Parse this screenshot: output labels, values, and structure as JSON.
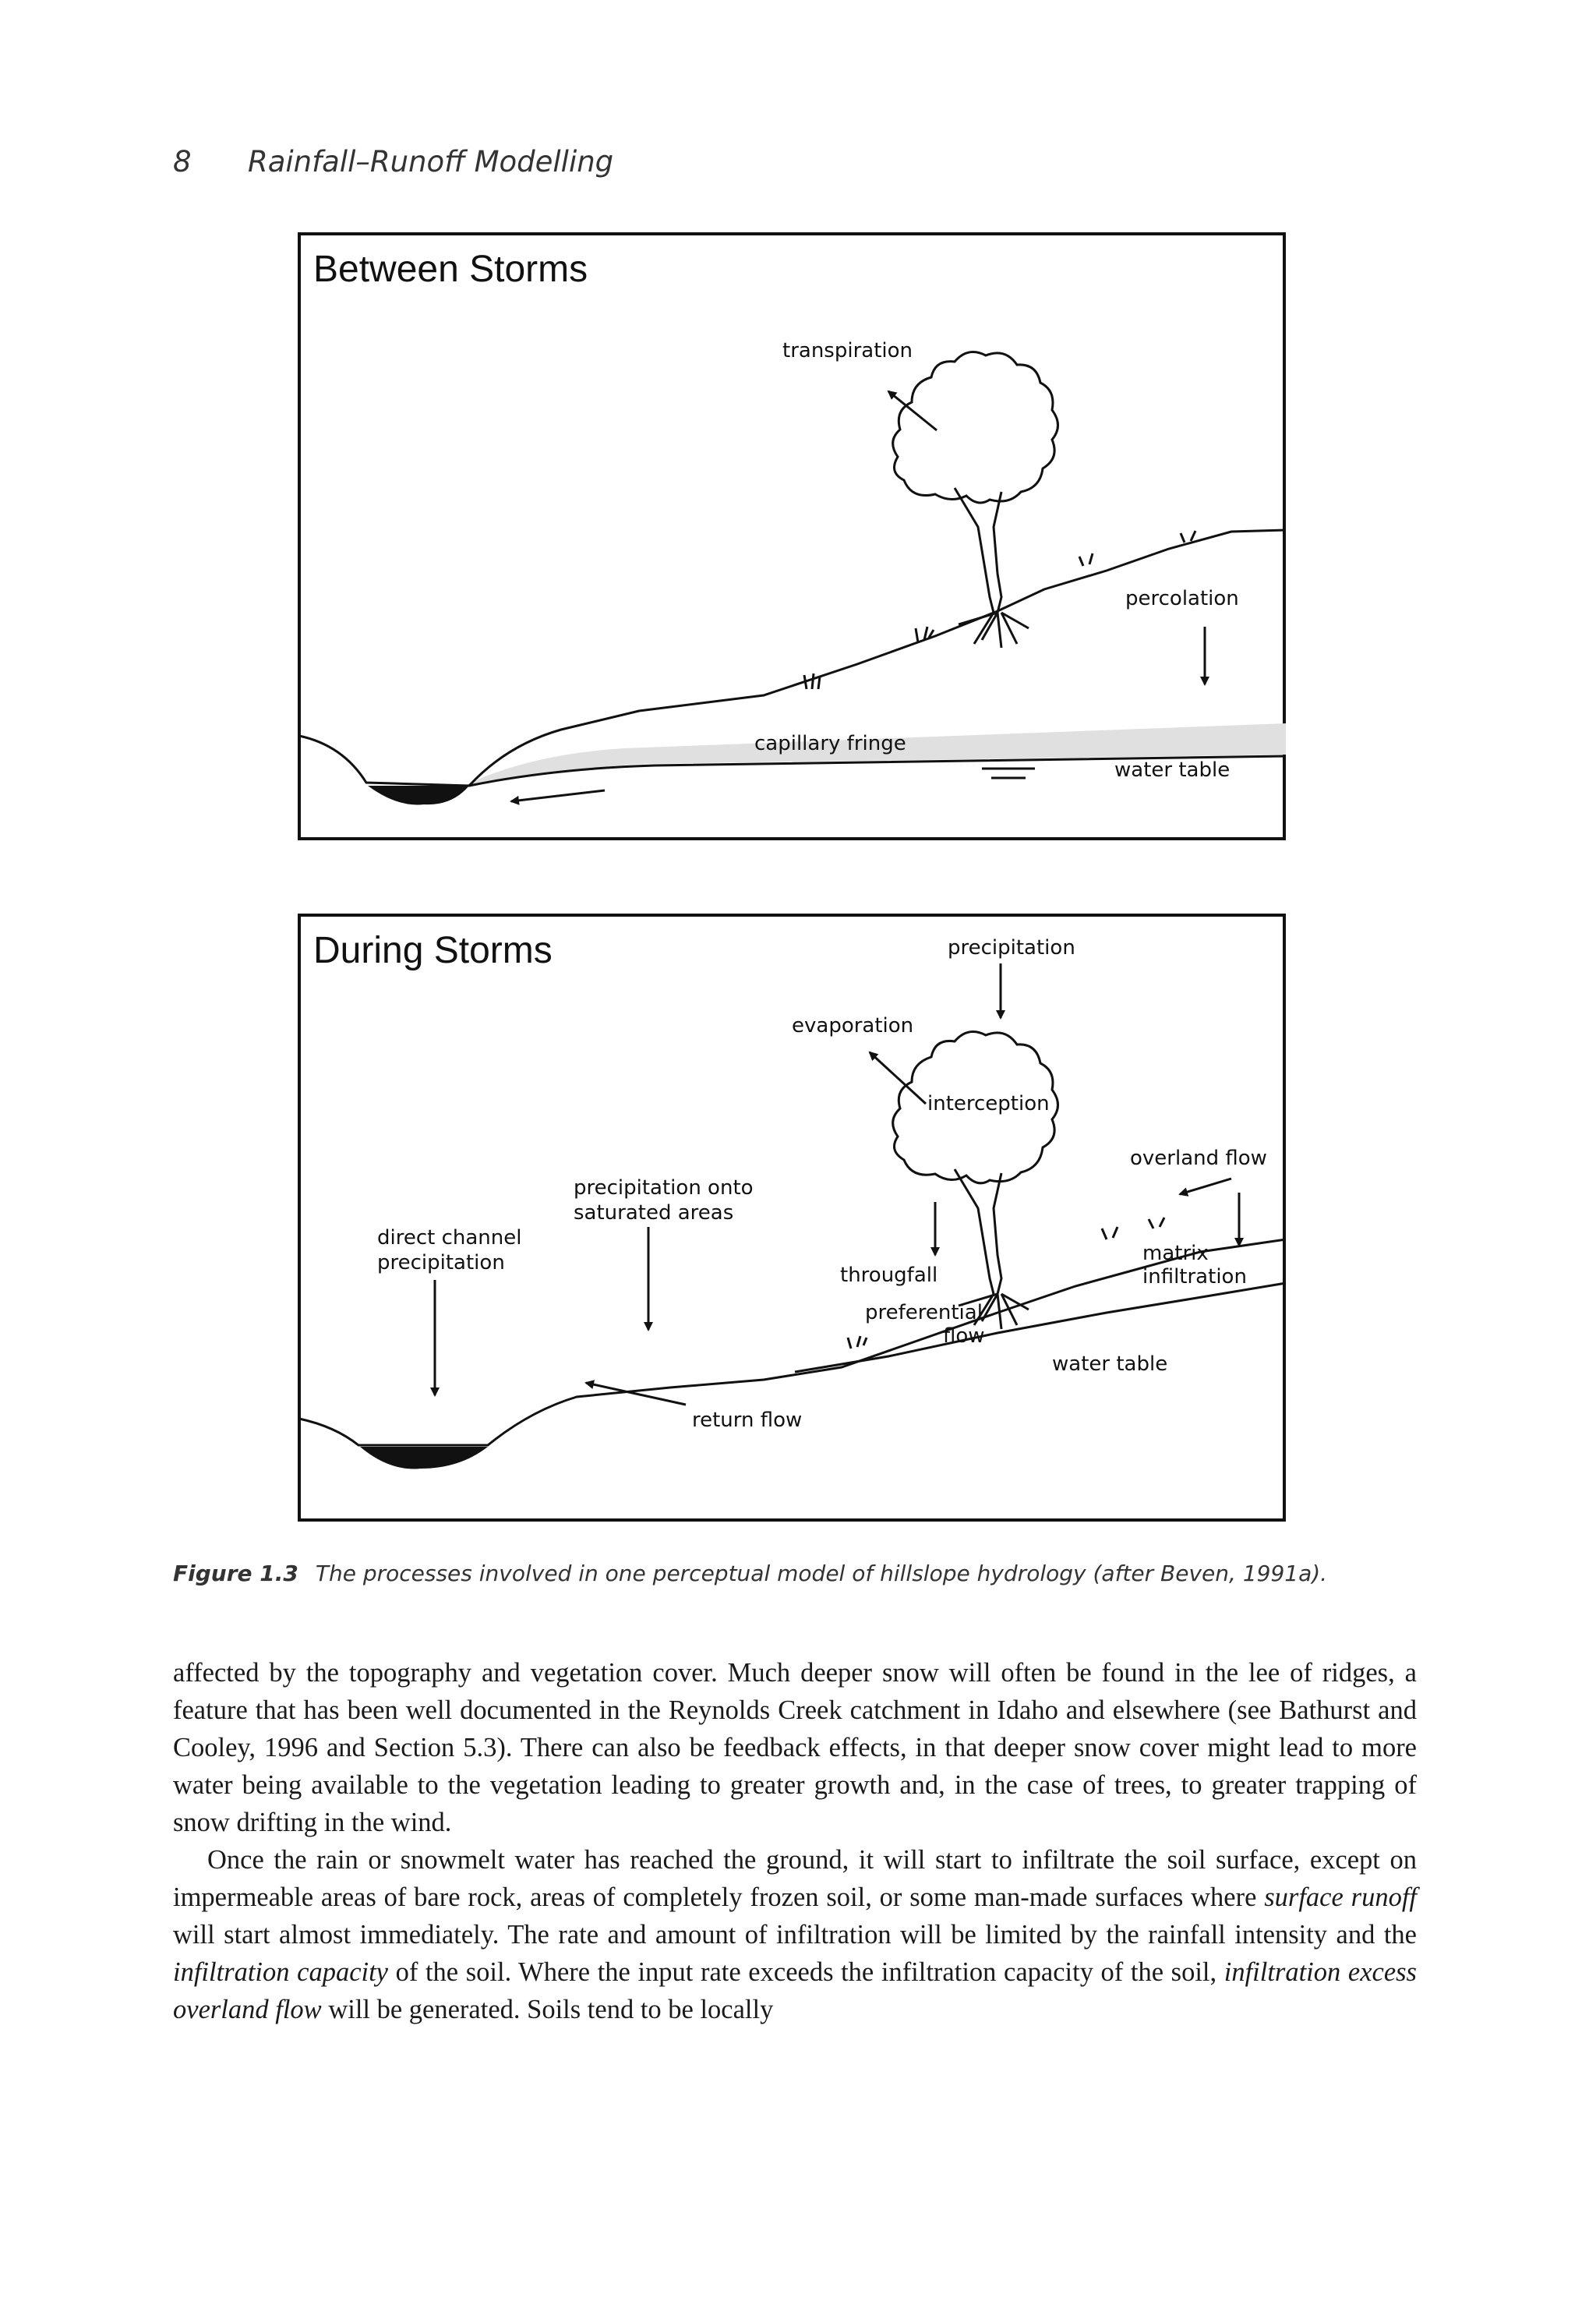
{
  "page": {
    "number": "8",
    "running_title": "Rainfall–Runoff Modelling"
  },
  "figure_a": {
    "title": "Between Storms",
    "labels": {
      "transpiration": "transpiration",
      "percolation": "percolation",
      "capillary_fringe": "capillary fringe",
      "water_table": "water table"
    }
  },
  "figure_b": {
    "title": "During Storms",
    "labels": {
      "precipitation": "precipitation",
      "evaporation": "evaporation",
      "interception": "interception",
      "overland_flow": "overland flow",
      "precip_saturated_1": "precipitation onto",
      "precip_saturated_2": "saturated areas",
      "direct_channel_1": "direct channel",
      "direct_channel_2": "precipitation",
      "throughfall": "througfall",
      "matrix_1": "matrix",
      "matrix_2": "infiltration",
      "preferential_1": "preferential",
      "preferential_2": "flow",
      "water_table": "water table",
      "return_flow": "return flow"
    }
  },
  "caption": {
    "label": "Figure 1.3",
    "text": "The processes involved in one perceptual model of hillslope hydrology (after Beven, 1991a)."
  },
  "body": {
    "p1": "affected by the topography and vegetation cover. Much deeper snow will often be found in the lee of ridges, a feature that has been well documented in the Reynolds Creek catchment in Idaho and elsewhere (see Bathurst and Cooley, 1996 and Section 5.3). There can also be feedback effects, in that deeper snow cover might lead to more water being available to the vegetation leading to greater growth and, in the case of trees, to greater trapping of snow drifting in the wind.",
    "p2_a": "Once the rain or snowmelt water has reached the ground, it will start to infiltrate the soil surface, except on impermeable areas of bare rock, areas of completely frozen soil, or some man-made surfaces where ",
    "p2_em1": "surface runoff",
    "p2_b": " will start almost immediately. The rate and amount of infiltration will be limited by the rainfall intensity and the ",
    "p2_em2": "infiltration capacity",
    "p2_c": " of the soil. Where the input rate exceeds the infiltration capacity of the soil, ",
    "p2_em3": "infiltration excess overland flow",
    "p2_d": " will be generated. Soils tend to be locally"
  }
}
